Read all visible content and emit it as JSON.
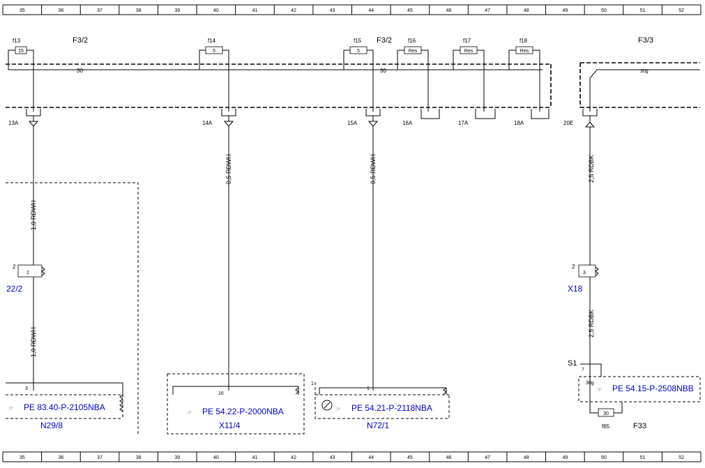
{
  "ruler": {
    "columns": [
      "35",
      "36",
      "37",
      "38",
      "39",
      "40",
      "41",
      "42",
      "43",
      "44",
      "45",
      "46",
      "47",
      "48",
      "49",
      "50",
      "51",
      "52"
    ]
  },
  "groups": {
    "f3_2_left": "F3/2",
    "f3_2_right": "F3/2",
    "f3_3": "F3/3",
    "f33": "F33"
  },
  "fuses": [
    {
      "name": "f13",
      "rating": "15",
      "terminal": "13A"
    },
    {
      "name": "f14",
      "rating": "5",
      "terminal": "14A"
    },
    {
      "name": "f15",
      "rating": "5",
      "terminal": "15A"
    },
    {
      "name": "f16",
      "rating": "Res",
      "terminal": "16A"
    },
    {
      "name": "f17",
      "rating": "Res",
      "terminal": "17A"
    },
    {
      "name": "f18",
      "rating": "Res",
      "terminal": "18A"
    }
  ],
  "busbar": {
    "left_label": "30",
    "right_label": "30",
    "f3_3_label": "30g",
    "f3_3_terminal": "20E"
  },
  "wires": {
    "w1_top": "1,0 RDWH",
    "w1_bottom": "1,0 RDWH",
    "w2": "0,5 RDWH",
    "w3": "0,5 RDWH",
    "w4_top": "2,5 RDBK",
    "w4_bottom": "2,5 RDBK"
  },
  "connectors": {
    "left": {
      "pin_outer": "2",
      "pin_inner": "2",
      "ref": "22/2"
    },
    "x18": {
      "pin_outer": "2",
      "pin_inner": "3",
      "ref": "X18"
    },
    "s1": {
      "name": "S1",
      "pin": "7",
      "inner": "30g"
    }
  },
  "components": [
    {
      "pin": "3",
      "ref_link": "PE 83.40-P-2105NBA",
      "name": "N29/8"
    },
    {
      "pin": "16",
      "ref_link": "PE 54.22-P-2000NBA",
      "name": "X11/4"
    },
    {
      "pin_outer": "1",
      "pin": "1",
      "ref_link": "PE 54.21-P-2118NBA",
      "name": "N72/1"
    },
    {
      "ref_link": "PE 54.15-P-2508NBB"
    }
  ],
  "f65": {
    "name": "f65",
    "rating": "30"
  }
}
